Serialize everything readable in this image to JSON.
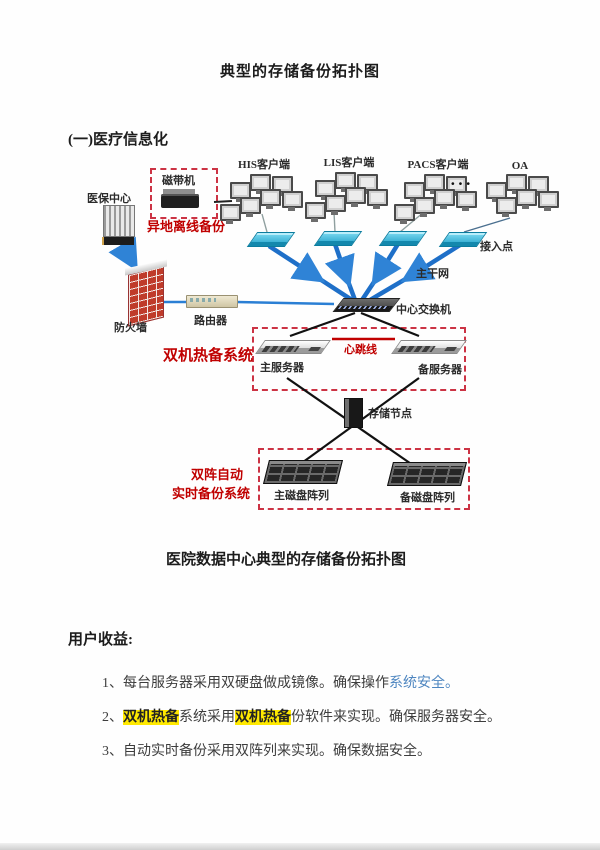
{
  "page": {
    "title": "典型的存储备份拓扑图",
    "section_heading": "(一)医疗信息化",
    "caption": "医院数据中心典型的存储备份拓扑图",
    "benefits_heading": "用户收益:"
  },
  "diagram": {
    "labels": {
      "medical_center": "医保中心",
      "tape_drive": "磁带机",
      "offsite_backup": "异地离线备份",
      "his_clients": "HIS客户端",
      "lis_clients": "LIS客户端",
      "pacs_clients": "PACS客户端",
      "oa": "OA",
      "ellipsis": "···",
      "access_point": "接入点",
      "backbone": "主干网",
      "central_switch": "中心交换机",
      "firewall": "防火墙",
      "router": "路由器",
      "hot_standby_system": "双机热备系统",
      "primary_server": "主服务器",
      "backup_server": "备服务器",
      "heartbeat": "心跳线",
      "storage_node": "存储节点",
      "dual_array_line1": "双阵自动",
      "dual_array_line2": "实时备份系统",
      "primary_disk_array": "主磁盘阵列",
      "backup_disk_array": "备磁盘阵列"
    },
    "colors": {
      "arrow_blue": "#1e6fc8",
      "switch_cyan": "#2fb9dd",
      "red_label": "#c00000",
      "dashed_border": "#cc3344"
    }
  },
  "benefits": {
    "item1": {
      "number": "1、",
      "pre": "每台服务器采用双硬盘做成镜像。确保操作",
      "link": "系统安全。"
    },
    "item2": {
      "number": "2、",
      "hl1": "双机热备",
      "mid": "系统采用",
      "hl2": "双机热备",
      "post": "份软件来实现。确保服务器安全。"
    },
    "item3": {
      "number": "3、",
      "text": "自动实时备份采用双阵列来实现。确保数据安全。"
    }
  }
}
